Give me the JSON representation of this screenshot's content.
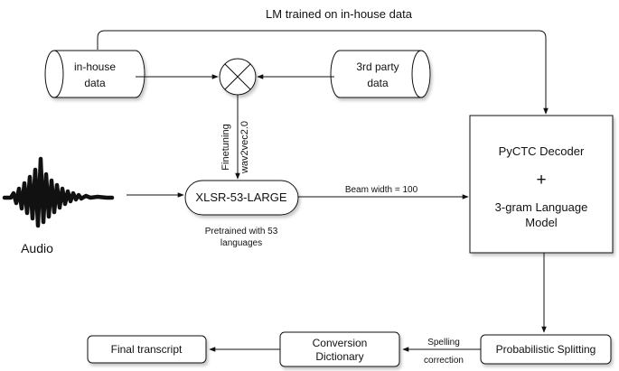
{
  "top_caption": "LM trained on in-house data",
  "nodes": {
    "inhouse": {
      "line1": "in-house",
      "line2": "data"
    },
    "third_party": {
      "line1": "3rd party",
      "line2": "data"
    },
    "xlsr": {
      "label": "XLSR-53-LARGE",
      "sub1": "Pretrained with 53",
      "sub2": "languages"
    },
    "decoder": {
      "line1": "PyCTC Decoder",
      "plus": "+",
      "line2": "3-gram Language",
      "line3": "Model"
    },
    "audio": {
      "label": "Audio"
    },
    "splitting": {
      "label": "Probabilistic Splitting"
    },
    "conversion": {
      "line1": "Conversion",
      "line2": "Dictionary"
    },
    "final": {
      "label": "Final transcript"
    }
  },
  "edge_labels": {
    "finetuning": "Finetuning",
    "wav2vec": "wav2vec2.0",
    "beam": "Beam width = 100",
    "spelling": "Spelling",
    "correction": "correction"
  },
  "colors": {
    "stroke": "#111111",
    "shadow": "#cfcfcf",
    "fill": "#ffffff"
  }
}
